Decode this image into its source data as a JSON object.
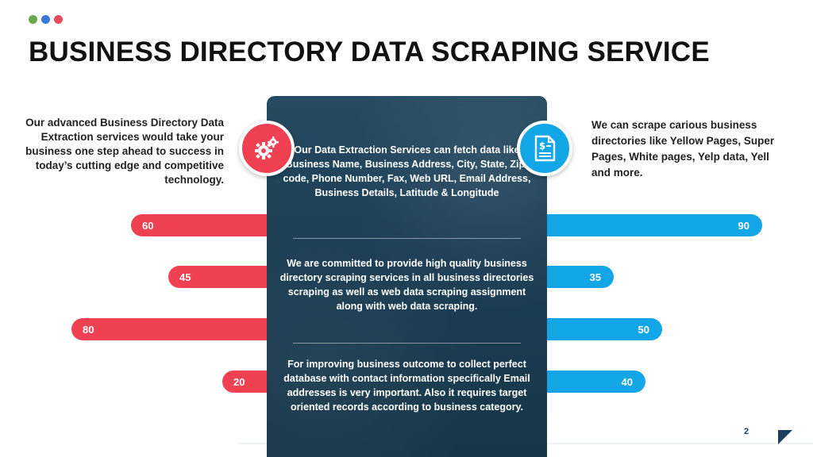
{
  "colors": {
    "red": "#ef4151",
    "blue": "#12a6e6",
    "dot_green": "#6aa84f",
    "dot_blue": "#3c78d8",
    "dot_red": "#e84a5f",
    "panel": "#1c3e55"
  },
  "title": "BUSINESS DIRECTORY DATA SCRAPING SERVICE",
  "left_text": "Our advanced Business Directory Data Extraction services would take your business one step ahead to success in today’s cutting edge and competitive technology.",
  "right_text": "We can scrape carious business directories like Yellow Pages, Super Pages, White pages, Yelp data, Yell and more.",
  "panel": {
    "block1": "Our Data Extraction Services can fetch data like Business Name, Business Address, City, State, Zip-code, Phone Number, Fax, Web URL, Email Address, Business Details, Latitude & Longitude",
    "block2": "We are committed to provide high quality business directory scraping services in all business directories scraping as well as web data scraping assignment along with web data scraping.",
    "block3": "For improving business outcome to collect perfect database with contact information specifically Email addresses is very important. Also it requires target oriented records according to business category."
  },
  "left_bars": [
    "60",
    "45",
    "80",
    "20"
  ],
  "right_bars": [
    "90",
    "35",
    "50",
    "40"
  ],
  "icons": {
    "left": "gears-icon",
    "right": "invoice-dollar-icon"
  },
  "page_number": "2"
}
